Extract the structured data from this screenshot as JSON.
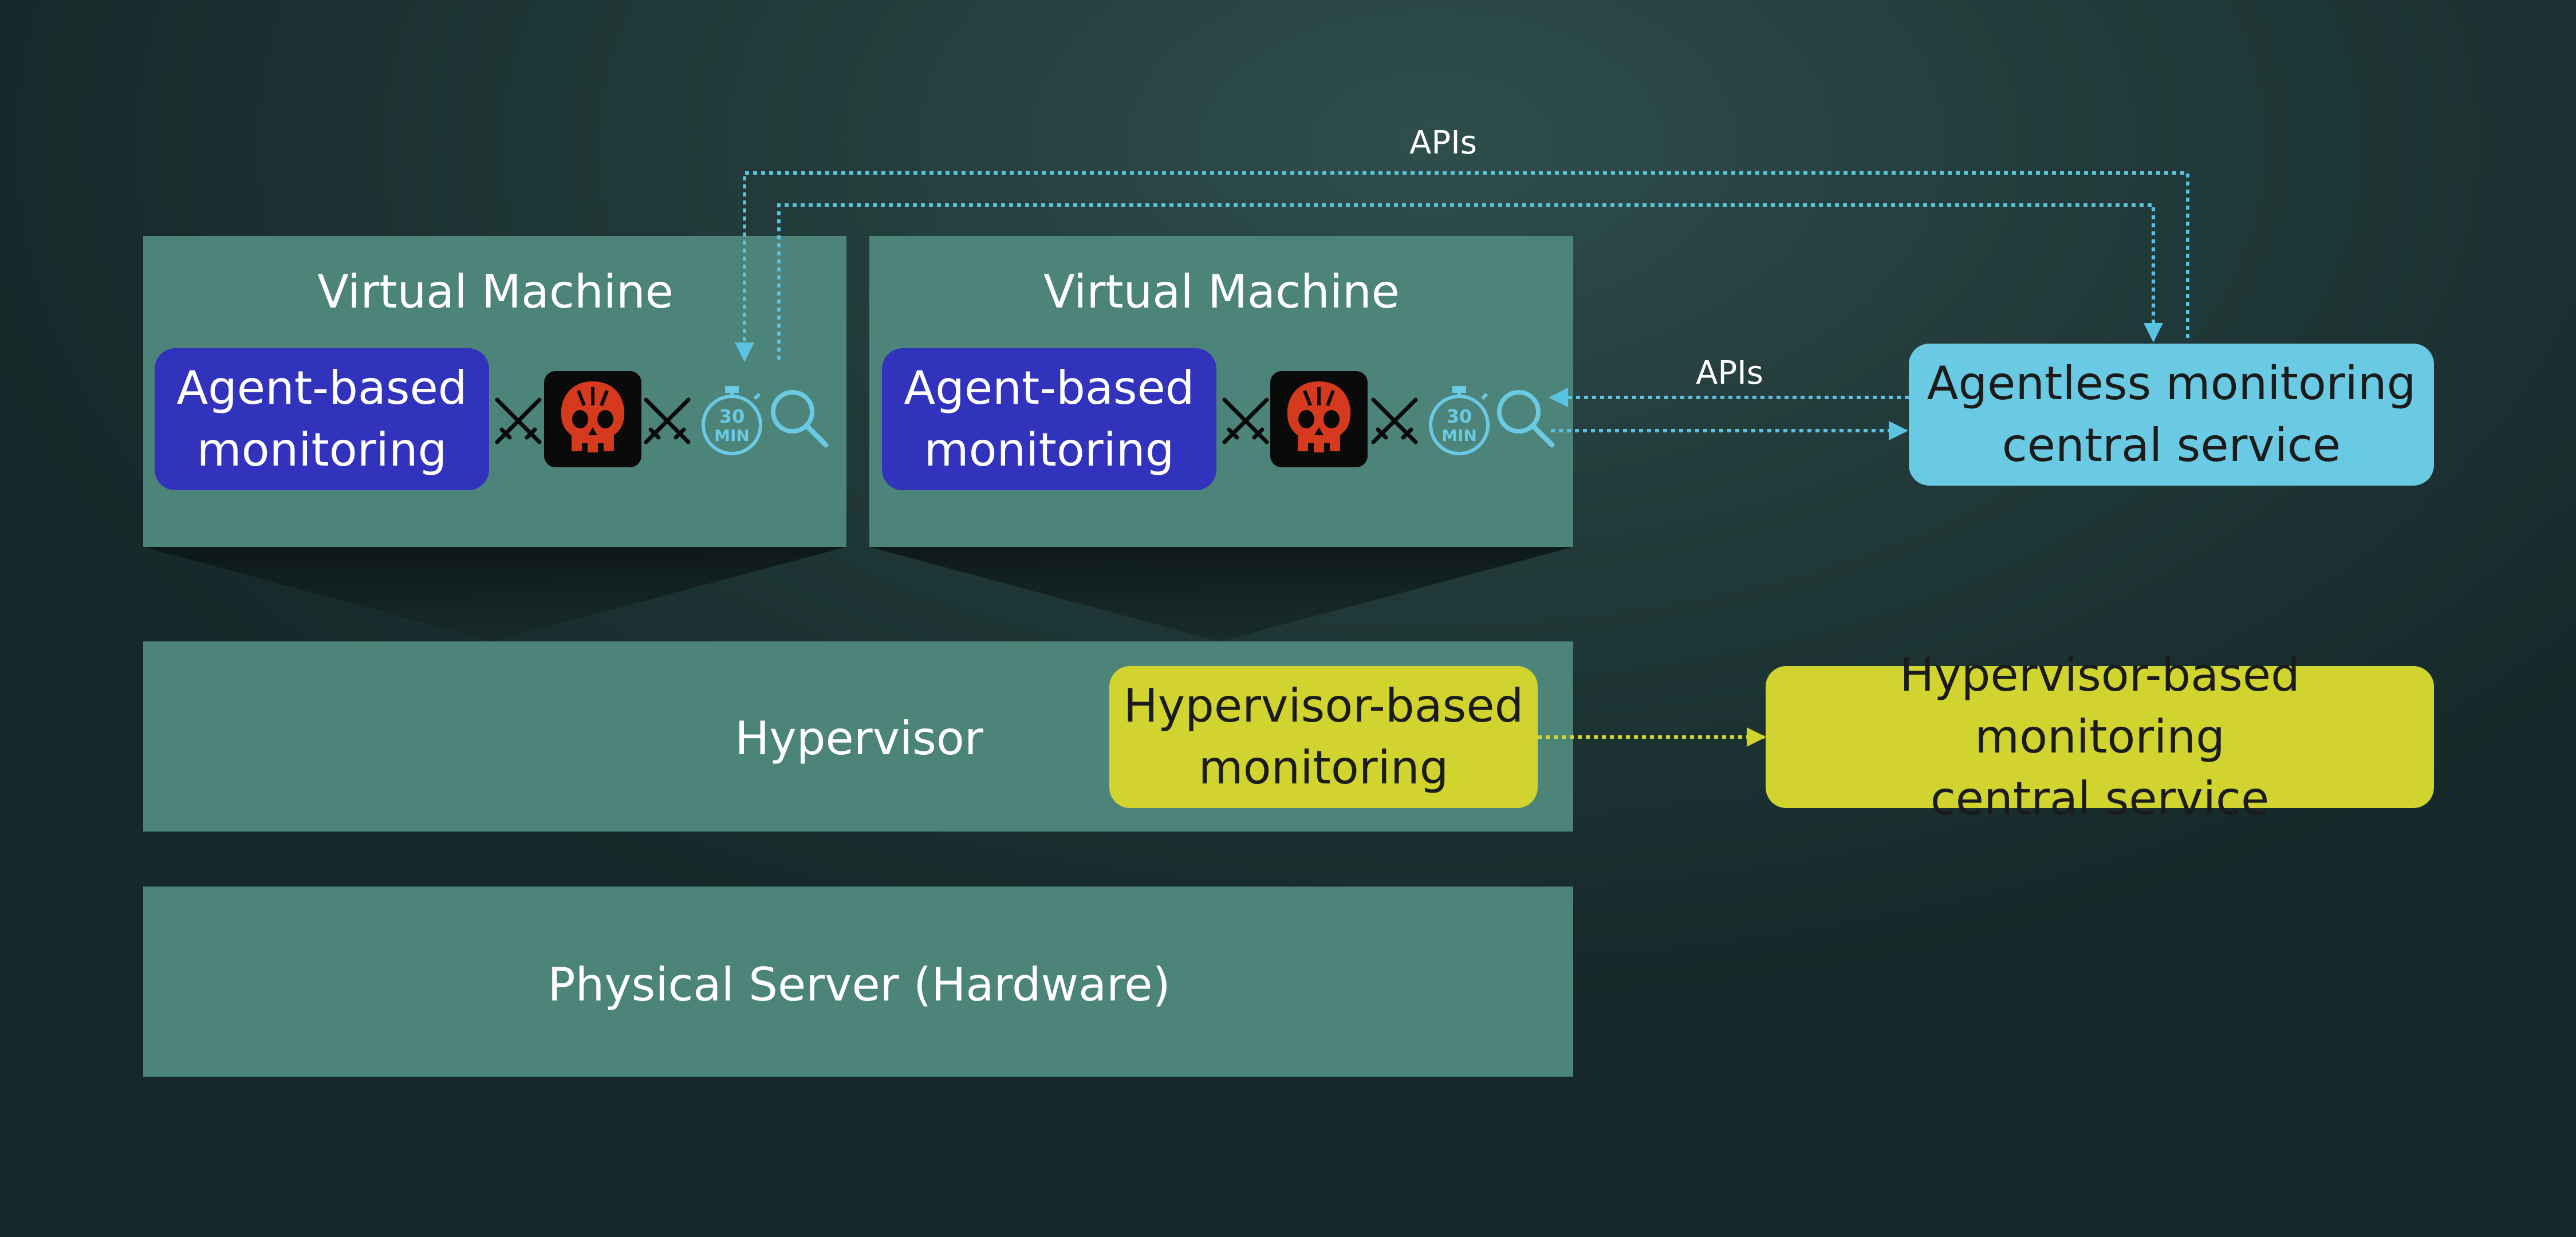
{
  "vm_left": {
    "title": "Virtual Machine",
    "agent_label_line1": "Agent-based",
    "agent_label_line2": "monitoring"
  },
  "vm_right": {
    "title": "Virtual Machine",
    "agent_label_line1": "Agent-based",
    "agent_label_line2": "monitoring"
  },
  "hypervisor": {
    "title": "Hypervisor",
    "monitor_line1": "Hypervisor-based",
    "monitor_line2": "monitoring"
  },
  "physical_server": {
    "title": "Physical Server (Hardware)"
  },
  "agentless_service": {
    "line1": "Agentless monitoring",
    "line2": "central service"
  },
  "hypervisor_service": {
    "line1": "Hypervisor-based monitoring",
    "line2": "central service"
  },
  "connections": {
    "apis_top": "APIs",
    "apis_middle": "APIs"
  },
  "icons": {
    "conflict": "crossed-swords-icon",
    "threat": "skull-icon",
    "schedule": "stopwatch-icon",
    "scan": "magnifier-icon",
    "timer_text_top": "30",
    "timer_text_bottom": "MIN"
  },
  "colors": {
    "panel": "#4c847a",
    "agent": "#3133bd",
    "agentless": "#6ac9e3",
    "hypervisor_monitor": "#d1d42f",
    "threat_red": "#d63a1e"
  }
}
